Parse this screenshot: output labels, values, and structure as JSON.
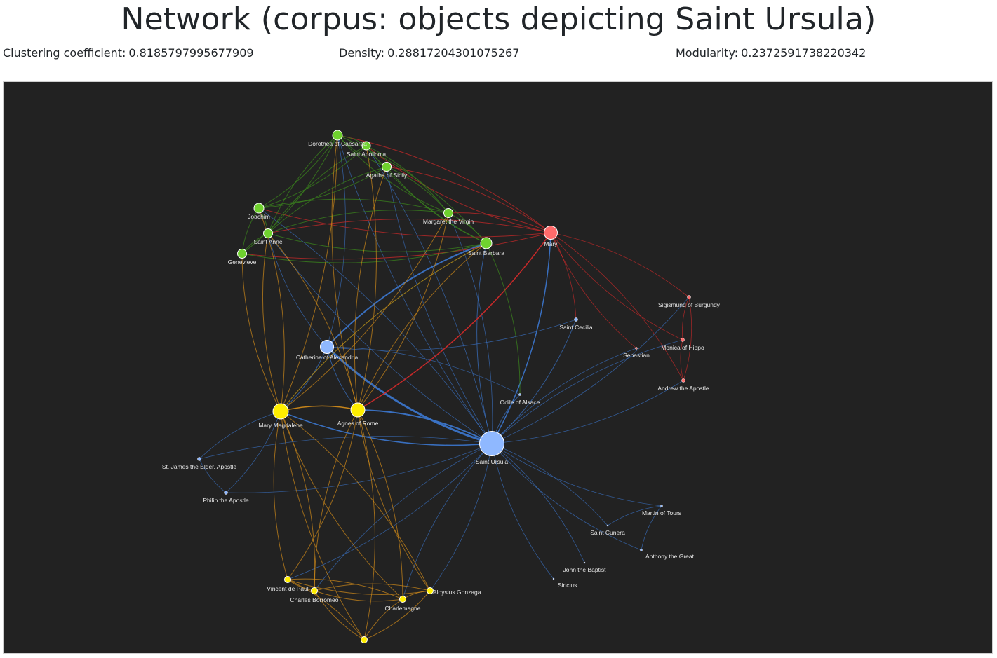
{
  "header": {
    "title": "Network (corpus: objects depicting Saint Ursula)"
  },
  "metrics": [
    {
      "label": "Clustering coefficient:",
      "value": "0.8185797995677909"
    },
    {
      "label": "Density:",
      "value": "0.28817204301075267"
    },
    {
      "label": "Modularity:",
      "value": "0.2372591738220342"
    }
  ],
  "graph": {
    "background": "#222222",
    "community_colors": {
      "green": "#6fd12e",
      "red": "#ff6b6b",
      "blue": "#8fb8ff",
      "yellow": "#ffee00",
      "edge_green": "#3c8a1c",
      "edge_red": "#d22a2a",
      "edge_blue": "#3b74c8",
      "edge_orange": "#d08a1a"
    },
    "nodes": [
      {
        "id": "dorothea",
        "label": "Dorothea of Caesarea",
        "community": "green"
      },
      {
        "id": "apollonia",
        "label": "Saint Apollonia",
        "community": "green"
      },
      {
        "id": "agatha",
        "label": "Agatha of Sicily",
        "community": "green"
      },
      {
        "id": "joachim",
        "label": "Joachim",
        "community": "green"
      },
      {
        "id": "margaret",
        "label": "Margaret the Virgin",
        "community": "green"
      },
      {
        "id": "mary",
        "label": "Mary",
        "community": "red"
      },
      {
        "id": "anne",
        "label": "Saint Anne",
        "community": "green"
      },
      {
        "id": "barbara",
        "label": "Saint Barbara",
        "community": "green"
      },
      {
        "id": "genevieve",
        "label": "Genevieve",
        "community": "green"
      },
      {
        "id": "sigismund",
        "label": "Sigismund of Burgundy",
        "community": "red"
      },
      {
        "id": "cecilia",
        "label": "Saint Cecilia",
        "community": "blue"
      },
      {
        "id": "sebastian",
        "label": "Sebastian",
        "community": "red"
      },
      {
        "id": "monica",
        "label": "Monica of Hippo",
        "community": "red"
      },
      {
        "id": "catherine",
        "label": "Catherine of Alexandria",
        "community": "blue"
      },
      {
        "id": "andrew",
        "label": "Andrew the Apostle",
        "community": "red"
      },
      {
        "id": "odile",
        "label": "Odile of Alsace",
        "community": "blue"
      },
      {
        "id": "magdalene",
        "label": "Mary Magdalene",
        "community": "yellow"
      },
      {
        "id": "agnes",
        "label": "Agnes of Rome",
        "community": "yellow"
      },
      {
        "id": "ursula",
        "label": "Saint Ursula",
        "community": "blue"
      },
      {
        "id": "james",
        "label": "St. James the Elder, Apostle",
        "community": "blue"
      },
      {
        "id": "philip",
        "label": "Philip the Apostle",
        "community": "blue"
      },
      {
        "id": "martin",
        "label": "Martin of Tours",
        "community": "blue"
      },
      {
        "id": "cunera",
        "label": "Saint Cunera",
        "community": "blue"
      },
      {
        "id": "anthony",
        "label": "Anthony the Great",
        "community": "blue"
      },
      {
        "id": "johnbaptist",
        "label": "John the Baptist",
        "community": "blue"
      },
      {
        "id": "siricius",
        "label": "Siricius",
        "community": "blue"
      },
      {
        "id": "vincent",
        "label": "Vincent de Paul",
        "community": "yellow"
      },
      {
        "id": "borromeo",
        "label": "Charles Borromeo",
        "community": "yellow"
      },
      {
        "id": "aloysius",
        "label": "Aloysius Gonzaga",
        "community": "yellow"
      },
      {
        "id": "charlemagne",
        "label": "Charlemagne",
        "community": "yellow"
      },
      {
        "id": "unlabeled",
        "label": "",
        "community": "yellow"
      }
    ],
    "edges": [
      [
        "ursula",
        "catherine",
        "blue",
        3
      ],
      [
        "ursula",
        "agnes",
        "blue",
        2
      ],
      [
        "ursula",
        "magdalene",
        "blue",
        1.5
      ],
      [
        "ursula",
        "mary",
        "blue",
        1.5
      ],
      [
        "ursula",
        "barbara",
        "blue",
        1
      ],
      [
        "ursula",
        "cecilia",
        "blue",
        1
      ],
      [
        "ursula",
        "odile",
        "blue",
        1
      ],
      [
        "ursula",
        "sigismund",
        "blue",
        0.8
      ],
      [
        "ursula",
        "monica",
        "blue",
        0.8
      ],
      [
        "ursula",
        "andrew",
        "blue",
        0.8
      ],
      [
        "ursula",
        "sebastian",
        "blue",
        0.8
      ],
      [
        "ursula",
        "james",
        "blue",
        0.8
      ],
      [
        "ursula",
        "philip",
        "blue",
        0.8
      ],
      [
        "ursula",
        "martin",
        "blue",
        0.8
      ],
      [
        "ursula",
        "cunera",
        "blue",
        0.8
      ],
      [
        "ursula",
        "anthony",
        "blue",
        0.8
      ],
      [
        "ursula",
        "johnbaptist",
        "blue",
        0.8
      ],
      [
        "ursula",
        "siricius",
        "blue",
        0.8
      ],
      [
        "ursula",
        "vincent",
        "blue",
        0.8
      ],
      [
        "ursula",
        "borromeo",
        "blue",
        0.8
      ],
      [
        "ursula",
        "aloysius",
        "blue",
        0.8
      ],
      [
        "ursula",
        "charlemagne",
        "blue",
        0.8
      ],
      [
        "ursula",
        "dorothea",
        "blue",
        0.8
      ],
      [
        "ursula",
        "apollonia",
        "blue",
        0.8
      ],
      [
        "ursula",
        "agatha",
        "blue",
        0.8
      ],
      [
        "ursula",
        "margaret",
        "blue",
        0.8
      ],
      [
        "ursula",
        "anne",
        "blue",
        0.8
      ],
      [
        "ursula",
        "joachim",
        "blue",
        0.8
      ],
      [
        "catherine",
        "barbara",
        "blue",
        2
      ],
      [
        "catherine",
        "cecilia",
        "blue",
        0.8
      ],
      [
        "catherine",
        "magdalene",
        "blue",
        1
      ],
      [
        "catherine",
        "agnes",
        "blue",
        1
      ],
      [
        "catherine",
        "odile",
        "blue",
        0.8
      ],
      [
        "catherine",
        "dorothea",
        "blue",
        0.8
      ],
      [
        "catherine",
        "anne",
        "blue",
        0.8
      ],
      [
        "james",
        "philip",
        "blue",
        0.8
      ],
      [
        "james",
        "magdalene",
        "blue",
        0.8
      ],
      [
        "philip",
        "magdalene",
        "blue",
        0.8
      ],
      [
        "cunera",
        "martin",
        "blue",
        0.8
      ],
      [
        "martin",
        "anthony",
        "blue",
        0.8
      ],
      [
        "mary",
        "agnes",
        "red",
        1.5
      ],
      [
        "mary",
        "dorothea",
        "red",
        1
      ],
      [
        "mary",
        "apollonia",
        "red",
        1
      ],
      [
        "mary",
        "agatha",
        "red",
        1
      ],
      [
        "mary",
        "joachim",
        "red",
        1
      ],
      [
        "mary",
        "anne",
        "red",
        1
      ],
      [
        "mary",
        "genevieve",
        "red",
        1
      ],
      [
        "mary",
        "margaret",
        "red",
        1
      ],
      [
        "mary",
        "sigismund",
        "red",
        0.8
      ],
      [
        "mary",
        "monica",
        "red",
        0.8
      ],
      [
        "mary",
        "andrew",
        "red",
        0.8
      ],
      [
        "mary",
        "sebastian",
        "red",
        0.8
      ],
      [
        "mary",
        "cecilia",
        "red",
        0.8
      ],
      [
        "sigismund",
        "monica",
        "red",
        0.8
      ],
      [
        "sigismund",
        "andrew",
        "red",
        0.8
      ],
      [
        "monica",
        "andrew",
        "red",
        0.8
      ],
      [
        "dorothea",
        "apollonia",
        "green",
        1
      ],
      [
        "dorothea",
        "agatha",
        "green",
        1
      ],
      [
        "dorothea",
        "joachim",
        "green",
        1
      ],
      [
        "dorothea",
        "anne",
        "green",
        1
      ],
      [
        "dorothea",
        "genevieve",
        "green",
        1
      ],
      [
        "dorothea",
        "margaret",
        "green",
        1
      ],
      [
        "dorothea",
        "barbara",
        "green",
        1
      ],
      [
        "apollonia",
        "agatha",
        "green",
        1
      ],
      [
        "apollonia",
        "joachim",
        "green",
        1
      ],
      [
        "apollonia",
        "anne",
        "green",
        1
      ],
      [
        "apollonia",
        "margaret",
        "green",
        1
      ],
      [
        "apollonia",
        "barbara",
        "green",
        1
      ],
      [
        "agatha",
        "joachim",
        "green",
        1
      ],
      [
        "agatha",
        "anne",
        "green",
        1
      ],
      [
        "agatha",
        "margaret",
        "green",
        1
      ],
      [
        "agatha",
        "barbara",
        "green",
        1
      ],
      [
        "joachim",
        "anne",
        "green",
        1
      ],
      [
        "joachim",
        "genevieve",
        "green",
        1
      ],
      [
        "joachim",
        "margaret",
        "green",
        1
      ],
      [
        "anne",
        "genevieve",
        "green",
        1
      ],
      [
        "anne",
        "margaret",
        "green",
        1
      ],
      [
        "anne",
        "barbara",
        "green",
        1
      ],
      [
        "margaret",
        "barbara",
        "green",
        1
      ],
      [
        "genevieve",
        "barbara",
        "green",
        1
      ],
      [
        "barbara",
        "odile",
        "green",
        1
      ],
      [
        "barbara",
        "magdalene",
        "green",
        0.8
      ],
      [
        "magdalene",
        "agnes",
        "orange",
        1.5
      ],
      [
        "magdalene",
        "dorothea",
        "orange",
        1
      ],
      [
        "magdalene",
        "anne",
        "orange",
        1
      ],
      [
        "magdalene",
        "joachim",
        "orange",
        1
      ],
      [
        "magdalene",
        "genevieve",
        "orange",
        1
      ],
      [
        "magdalene",
        "margaret",
        "orange",
        1
      ],
      [
        "magdalene",
        "barbara",
        "orange",
        1
      ],
      [
        "magdalene",
        "vincent",
        "orange",
        1
      ],
      [
        "magdalene",
        "borromeo",
        "orange",
        1
      ],
      [
        "magdalene",
        "charlemagne",
        "orange",
        1
      ],
      [
        "magdalene",
        "aloysius",
        "orange",
        1
      ],
      [
        "magdalene",
        "unlabeled",
        "orange",
        1
      ],
      [
        "agnes",
        "dorothea",
        "orange",
        1
      ],
      [
        "agnes",
        "apollonia",
        "orange",
        1
      ],
      [
        "agnes",
        "agatha",
        "orange",
        1
      ],
      [
        "agnes",
        "margaret",
        "orange",
        1
      ],
      [
        "agnes",
        "barbara",
        "orange",
        1
      ],
      [
        "agnes",
        "anne",
        "orange",
        1
      ],
      [
        "agnes",
        "vincent",
        "orange",
        1
      ],
      [
        "agnes",
        "borromeo",
        "orange",
        1
      ],
      [
        "agnes",
        "charlemagne",
        "orange",
        1
      ],
      [
        "agnes",
        "aloysius",
        "orange",
        1
      ],
      [
        "agnes",
        "unlabeled",
        "orange",
        1
      ],
      [
        "vincent",
        "borromeo",
        "orange",
        1
      ],
      [
        "vincent",
        "charlemagne",
        "orange",
        1
      ],
      [
        "vincent",
        "aloysius",
        "orange",
        1
      ],
      [
        "vincent",
        "unlabeled",
        "orange",
        1
      ],
      [
        "borromeo",
        "charlemagne",
        "orange",
        1
      ],
      [
        "borromeo",
        "aloysius",
        "orange",
        1
      ],
      [
        "borromeo",
        "unlabeled",
        "orange",
        1
      ],
      [
        "charlemagne",
        "aloysius",
        "orange",
        1
      ],
      [
        "charlemagne",
        "unlabeled",
        "orange",
        1
      ],
      [
        "aloysius",
        "unlabeled",
        "orange",
        1
      ]
    ]
  }
}
